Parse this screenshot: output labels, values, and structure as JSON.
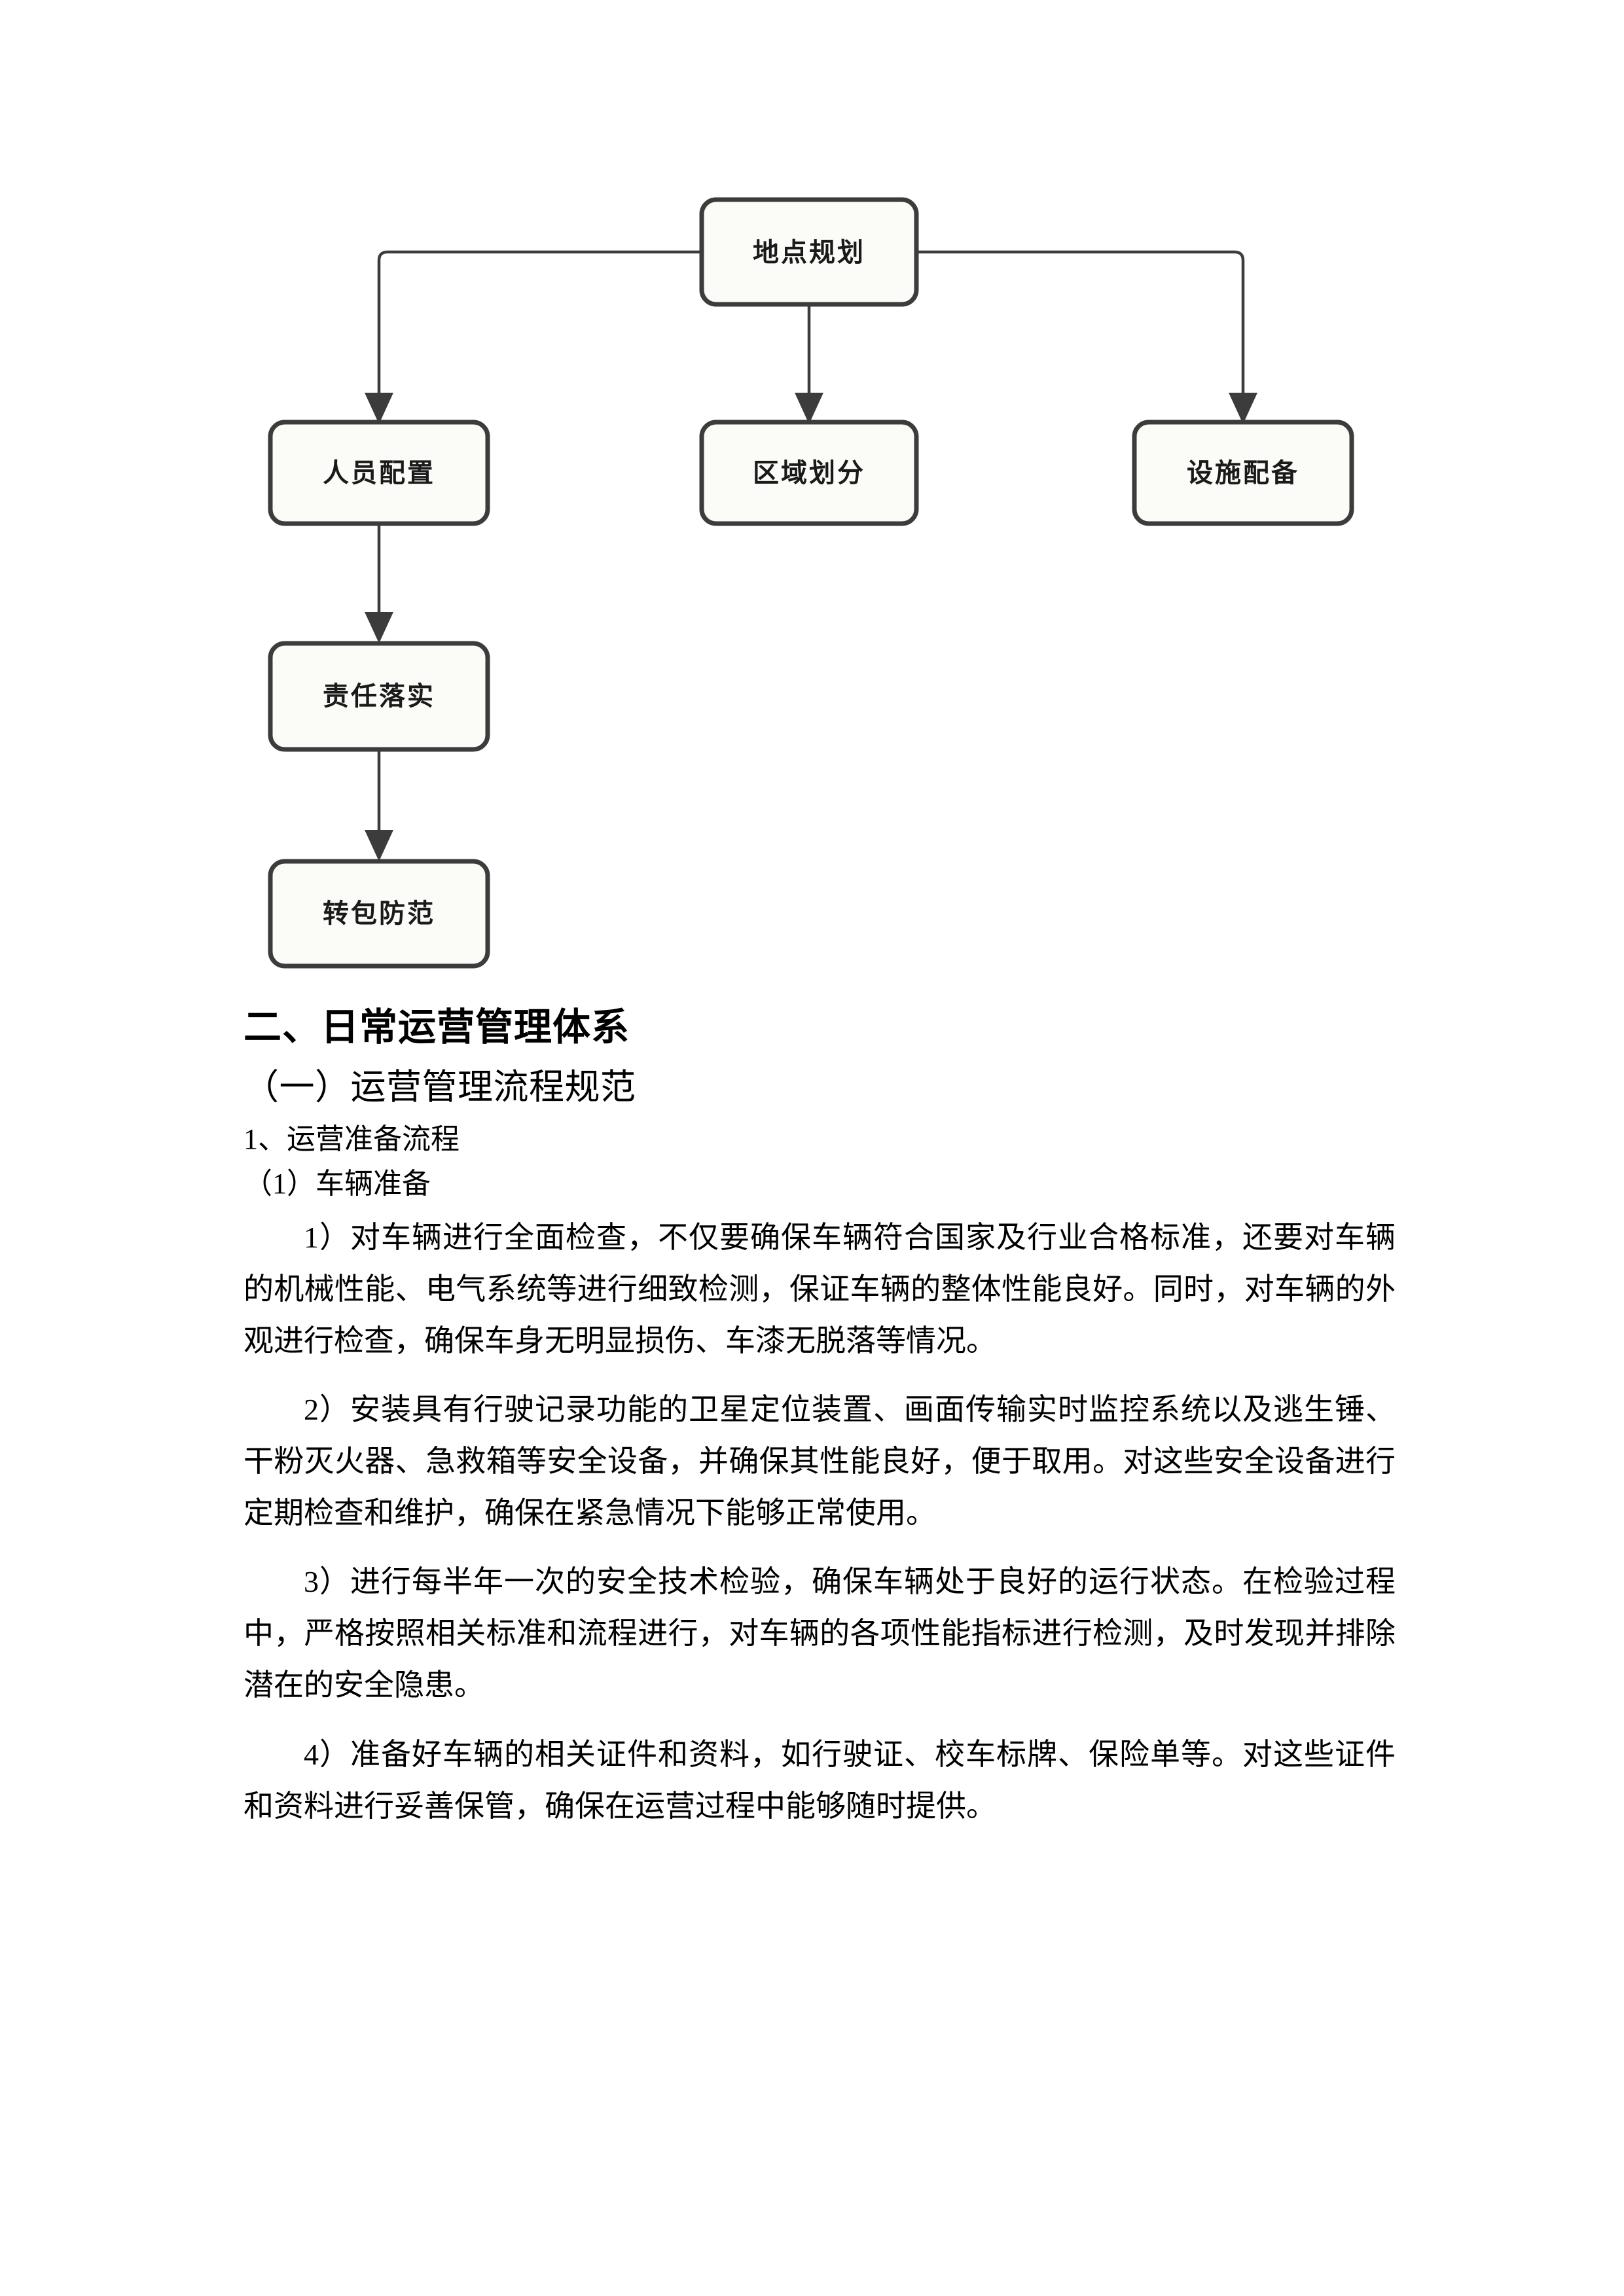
{
  "diagram": {
    "nodes": [
      {
        "id": "root",
        "label": "地点规划"
      },
      {
        "id": "child1",
        "label": "人员配置"
      },
      {
        "id": "child2",
        "label": "区域划分"
      },
      {
        "id": "child3",
        "label": "设施配备"
      },
      {
        "id": "child4",
        "label": "责任落实"
      },
      {
        "id": "child5",
        "label": "转包防范"
      }
    ],
    "colors": {
      "node_fill": "#fbfbf8",
      "node_stroke": "#3c3c3c",
      "edge_stroke": "#3c3c3c",
      "label_color": "#1a1a1a"
    }
  },
  "document": {
    "heading_1": "二、日常运营管理体系",
    "heading_2": "（一）运营管理流程规范",
    "heading_3": "1、运营准备流程",
    "heading_4": "（1）车辆准备",
    "paragraphs": [
      "1）对车辆进行全面检查，不仅要确保车辆符合国家及行业合格标准，还要对车辆的机械性能、电气系统等进行细致检测，保证车辆的整体性能良好。同时，对车辆的外观进行检查，确保车身无明显损伤、车漆无脱落等情况。",
      "2）安装具有行驶记录功能的卫星定位装置、画面传输实时监控系统以及逃生锤、干粉灭火器、急救箱等安全设备，并确保其性能良好，便于取用。对这些安全设备进行定期检查和维护，确保在紧急情况下能够正常使用。",
      "3）进行每半年一次的安全技术检验，确保车辆处于良好的运行状态。在检验过程中，严格按照相关标准和流程进行，对车辆的各项性能指标进行检测，及时发现并排除潜在的安全隐患。",
      "4）准备好车辆的相关证件和资料，如行驶证、校车标牌、保险单等。对这些证件和资料进行妥善保管，确保在运营过程中能够随时提供。"
    ]
  }
}
